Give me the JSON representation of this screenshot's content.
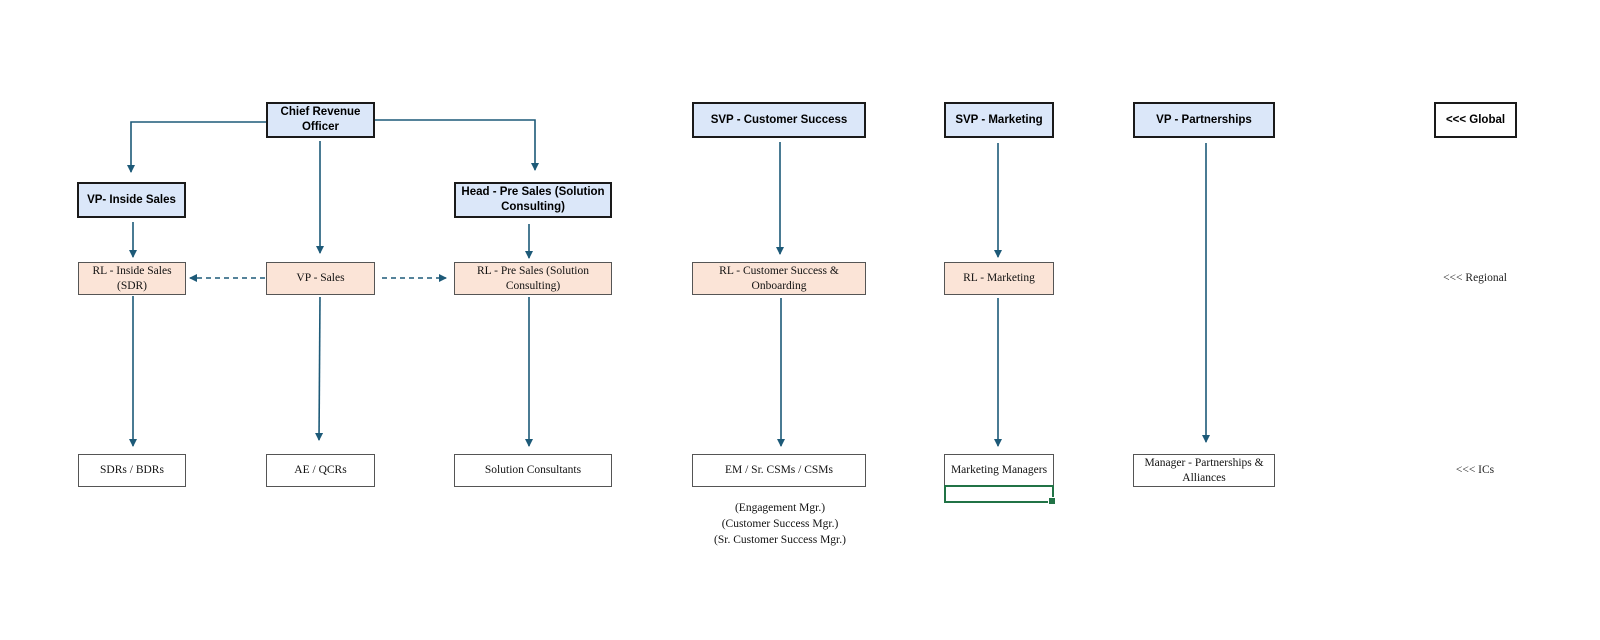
{
  "colors": {
    "connector": "#1d5a78",
    "exec_fill": "#dbe7f9",
    "regional_fill": "#fbe4d7",
    "selection": "#217346"
  },
  "executives": {
    "cro": "Chief Revenue Officer",
    "vp_inside_sales": "VP- Inside Sales",
    "head_presales": "Head - Pre Sales (Solution Consulting)",
    "svp_cs": "SVP - Customer Success",
    "svp_marketing": "SVP - Marketing",
    "vp_partnerships": "VP - Partnerships"
  },
  "regional": {
    "inside_sales": "RL - Inside Sales (SDR)",
    "vp_sales": "VP - Sales",
    "presales": "RL - Pre Sales (Solution Consulting)",
    "cs": "RL - Customer Success & Onboarding",
    "marketing": "RL - Marketing"
  },
  "ics": {
    "sdr": "SDRs / BDRs",
    "ae": "AE / QCRs",
    "sc": "Solution Consultants",
    "csm": "EM / Sr. CSMs / CSMs",
    "marketing": "Marketing Managers",
    "partnerships": "Manager - Partnerships & Alliances"
  },
  "tiers": {
    "global": "<<< Global",
    "regional": "<<< Regional",
    "ics": "<<< ICs"
  },
  "notes": [
    "(Engagement Mgr.)",
    "(Customer Success Mgr.)",
    "(Sr. Customer Success Mgr.)"
  ]
}
